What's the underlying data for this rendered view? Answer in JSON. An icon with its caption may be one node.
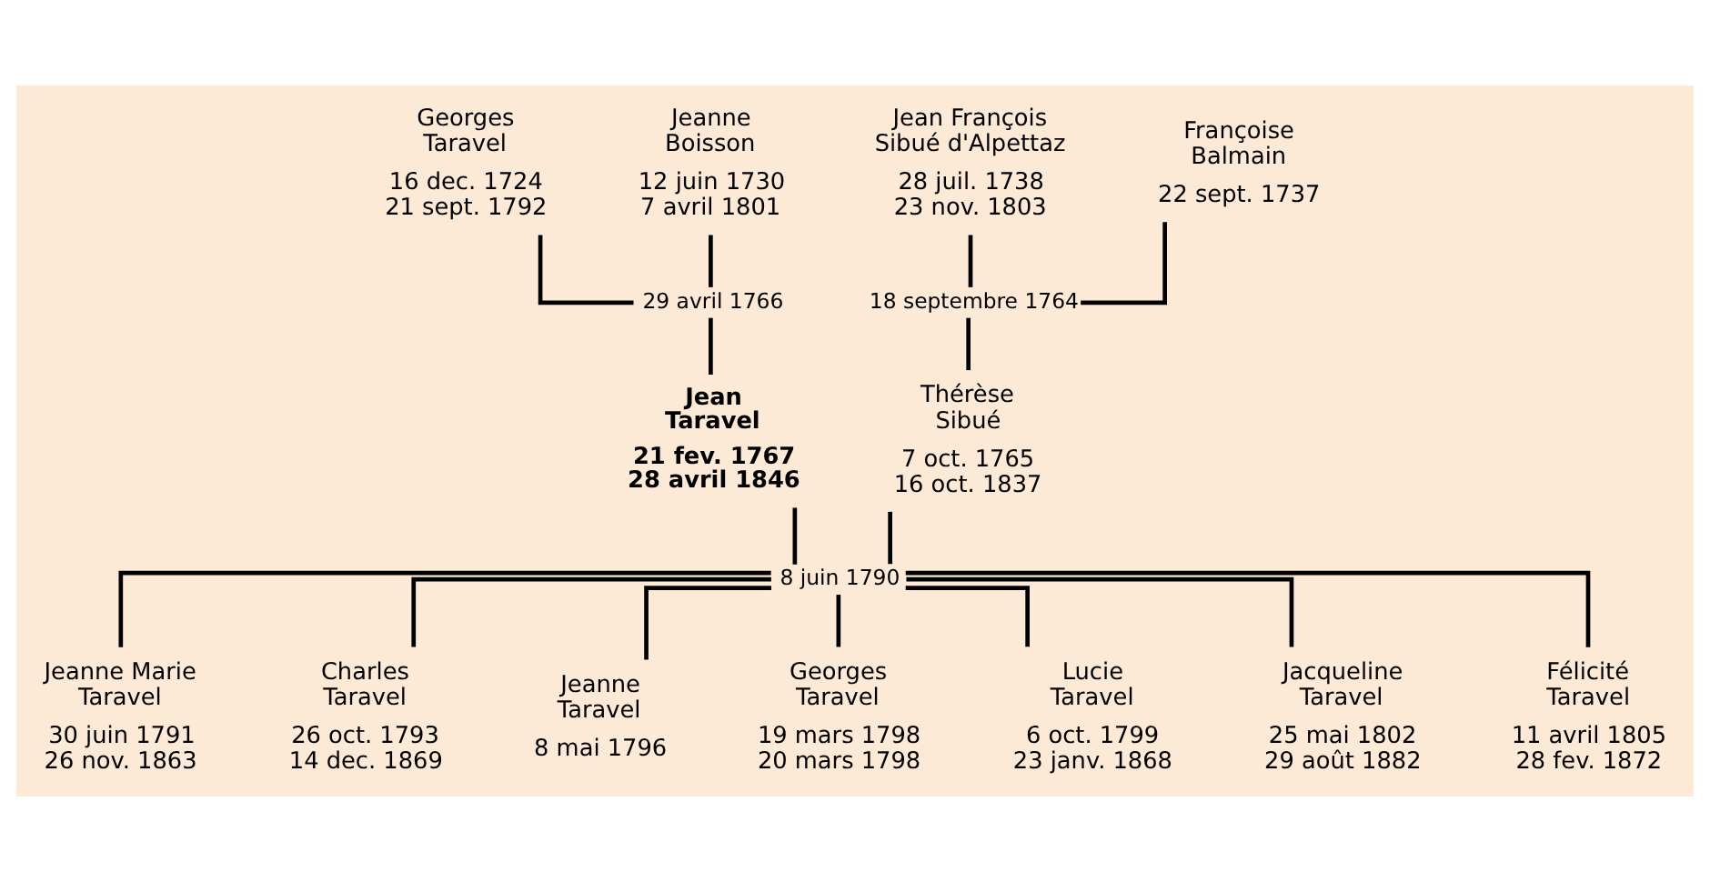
{
  "diagram": {
    "nodes": [
      {
        "text": [
          "Georges Taravel",
          "16 dec. 1724",
          "21 sept. 1792"
        ]
      },
      {
        "text": [
          "Jeanne Boisson",
          "12 juin 1730",
          "7 avril 1801"
        ]
      },
      {
        "text": [
          "Jean François Sibué d'Alpettaz",
          "28 juil. 1738",
          "23 nov. 1803"
        ]
      },
      {
        "text": [
          "Françoise Balmain",
          "22 sept. 1737"
        ]
      },
      {
        "text": [
          "29 avril 1766"
        ]
      },
      {
        "text": [
          "18 septembre 1764"
        ]
      },
      {
        "text": [
          "Jean Taravel",
          "21 fev. 1767",
          "28 avril 1846"
        ]
      },
      {
        "text": [
          "Thérèse Sibué",
          "7 oct. 1765",
          "16 oct. 1837"
        ]
      },
      {
        "text": [
          "8 juin 1790"
        ]
      },
      {
        "text": [
          "Jeanne Marie Taravel",
          "30 juin 1791",
          "26 nov. 1863"
        ]
      },
      {
        "text": [
          "Charles Taravel",
          "26 oct. 1793",
          "14 dec. 1869"
        ]
      },
      {
        "text": [
          "Jeanne Taravel",
          "8 mai 1796"
        ]
      },
      {
        "text": [
          "Georges Taravel",
          "19 mars 1798",
          "20 mars 1798"
        ]
      },
      {
        "text": [
          "Lucie Taravel",
          "6 oct. 1799",
          "23 janv. 1868"
        ]
      },
      {
        "text": [
          "Jacqueline Taravel",
          "25 mai 1802",
          "29 août 1882"
        ]
      },
      {
        "text": [
          "Félicité Taravel",
          "11 avril 1805",
          "28 fev. 1872"
        ]
      }
    ],
    "edges": [
      {
        "from": 0,
        "to": 4,
        "arrow": "none"
      },
      {
        "from": 1,
        "to": 4,
        "arrow": "none"
      },
      {
        "from": 4,
        "to": 6,
        "arrow": "none"
      },
      {
        "from": 2,
        "to": 5,
        "arrow": "none"
      },
      {
        "from": 3,
        "to": 5,
        "arrow": "none"
      },
      {
        "from": 5,
        "to": 7,
        "arrow": "none"
      },
      {
        "from": 6,
        "to": 8,
        "arrow": "none"
      },
      {
        "from": 7,
        "to": 8,
        "arrow": "none"
      },
      {
        "from": 8,
        "to": 9,
        "arrow": "none"
      },
      {
        "from": 8,
        "to": 10,
        "arrow": "none"
      },
      {
        "from": 8,
        "to": 11,
        "arrow": "none"
      },
      {
        "from": 8,
        "to": 12,
        "arrow": "none"
      },
      {
        "from": 8,
        "to": 13,
        "arrow": "none"
      },
      {
        "from": 8,
        "to": 14,
        "arrow": "none"
      },
      {
        "from": 8,
        "to": 15,
        "arrow": "none"
      }
    ]
  }
}
